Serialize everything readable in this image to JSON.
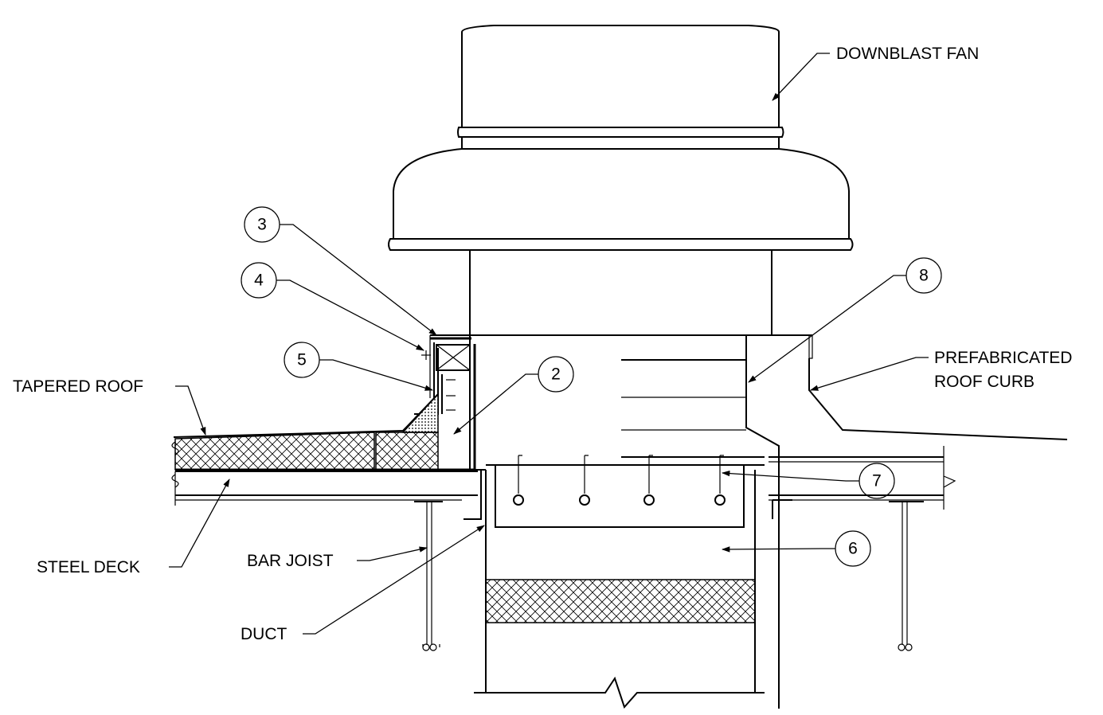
{
  "labels": {
    "downblast_fan": "DOWNBLAST FAN",
    "prefab_curb_line1": "PREFABRICATED",
    "prefab_curb_line2": "ROOF CURB",
    "tapered_roof": "TAPERED ROOF",
    "steel_deck": "STEEL DECK",
    "bar_joist": "BAR JOIST",
    "duct": "DUCT"
  },
  "callouts": {
    "c2": "2",
    "c3": "3",
    "c4": "4",
    "c5": "5",
    "c6": "6",
    "c7": "7",
    "c8": "8"
  }
}
